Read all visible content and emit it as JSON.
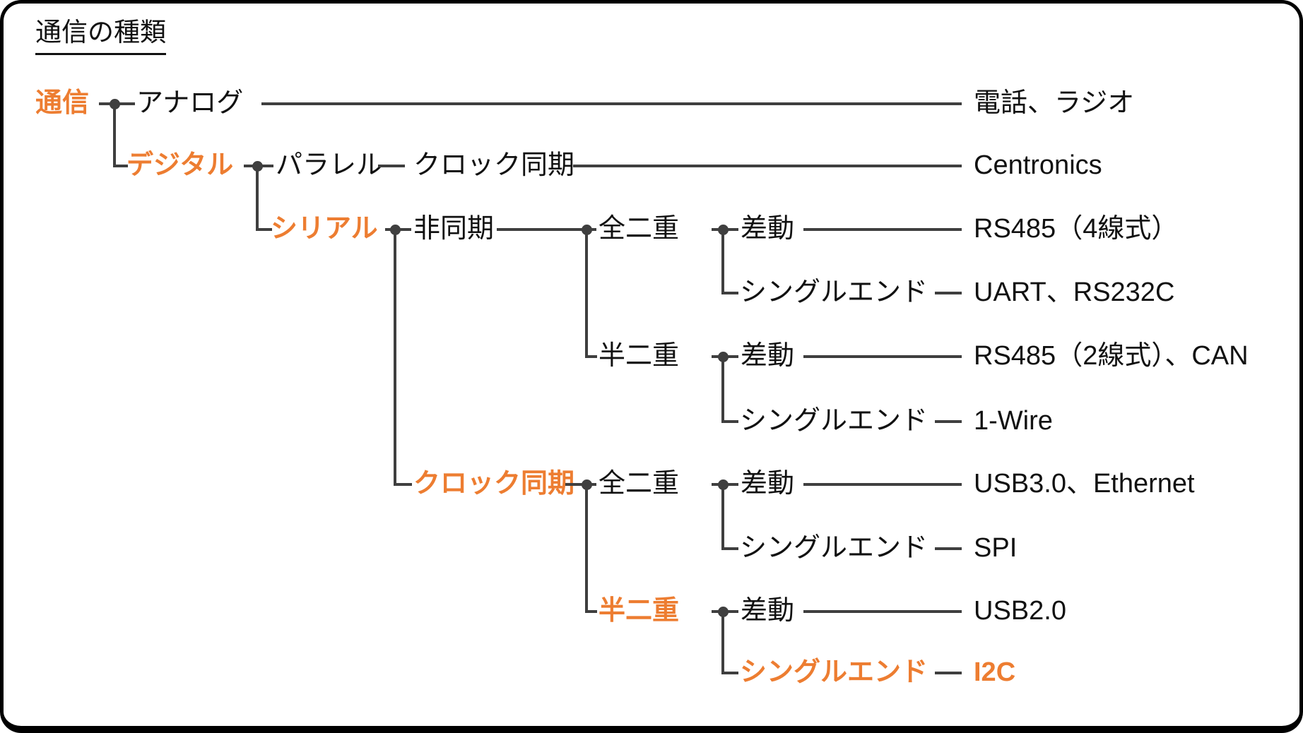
{
  "title": "通信の種類",
  "colors": {
    "accent": "#ED7D31",
    "line": "#3F3F3F",
    "ink": "#111111",
    "background": "#FFFFFF",
    "frame": "#000000"
  },
  "labels": [
    {
      "id": "communication",
      "text": "通信",
      "emphasis": true
    },
    {
      "id": "analog",
      "text": "アナログ",
      "emphasis": false
    },
    {
      "id": "phone-radio",
      "text": "電話、ラジオ",
      "emphasis": false
    },
    {
      "id": "digital",
      "text": "デジタル",
      "emphasis": true
    },
    {
      "id": "parallel",
      "text": "パラレル",
      "emphasis": false
    },
    {
      "id": "parallel-clock-sync",
      "text": "クロック同期",
      "emphasis": false
    },
    {
      "id": "centronics",
      "text": "Centronics",
      "emphasis": false
    },
    {
      "id": "serial",
      "text": "シリアル",
      "emphasis": true
    },
    {
      "id": "async",
      "text": "非同期",
      "emphasis": false
    },
    {
      "id": "async-full-duplex",
      "text": "全二重",
      "emphasis": false
    },
    {
      "id": "async-full-diff",
      "text": "差動",
      "emphasis": false
    },
    {
      "id": "rs485-4wire",
      "text": "RS485（4線式）",
      "emphasis": false
    },
    {
      "id": "async-full-single",
      "text": "シングルエンド",
      "emphasis": false
    },
    {
      "id": "uart-rs232c",
      "text": "UART、RS232C",
      "emphasis": false
    },
    {
      "id": "async-half-duplex",
      "text": "半二重",
      "emphasis": false
    },
    {
      "id": "async-half-diff",
      "text": "差動",
      "emphasis": false
    },
    {
      "id": "rs485-2wire-can",
      "text": "RS485（2線式）、CAN",
      "emphasis": false
    },
    {
      "id": "async-half-single",
      "text": "シングルエンド",
      "emphasis": false
    },
    {
      "id": "one-wire",
      "text": "1-Wire",
      "emphasis": false
    },
    {
      "id": "clock-sync",
      "text": "クロック同期",
      "emphasis": true
    },
    {
      "id": "sync-full-duplex",
      "text": "全二重",
      "emphasis": false
    },
    {
      "id": "sync-full-diff",
      "text": "差動",
      "emphasis": false
    },
    {
      "id": "usb3-ethernet",
      "text": "USB3.0、Ethernet",
      "emphasis": false
    },
    {
      "id": "sync-full-single",
      "text": "シングルエンド",
      "emphasis": false
    },
    {
      "id": "spi",
      "text": "SPI",
      "emphasis": false
    },
    {
      "id": "sync-half-duplex",
      "text": "半二重",
      "emphasis": true
    },
    {
      "id": "sync-half-diff",
      "text": "差動",
      "emphasis": false
    },
    {
      "id": "usb2",
      "text": "USB2.0",
      "emphasis": false
    },
    {
      "id": "sync-half-single",
      "text": "シングルエンド",
      "emphasis": true
    },
    {
      "id": "i2c",
      "text": "I2C",
      "emphasis": true
    }
  ],
  "hierarchy": {
    "通信": {
      "アナログ": "電話、ラジオ",
      "デジタル": {
        "パラレル": {
          "クロック同期": "Centronics"
        },
        "シリアル": {
          "非同期": {
            "全二重": {
              "差動": "RS485（4線式）",
              "シングルエンド": "UART、RS232C"
            },
            "半二重": {
              "差動": "RS485（2線式）、CAN",
              "シングルエンド": "1-Wire"
            }
          },
          "クロック同期": {
            "全二重": {
              "差動": "USB3.0、Ethernet",
              "シングルエンド": "SPI"
            },
            "半二重": {
              "差動": "USB2.0",
              "シングルエンド": "I2C"
            }
          }
        }
      }
    }
  }
}
